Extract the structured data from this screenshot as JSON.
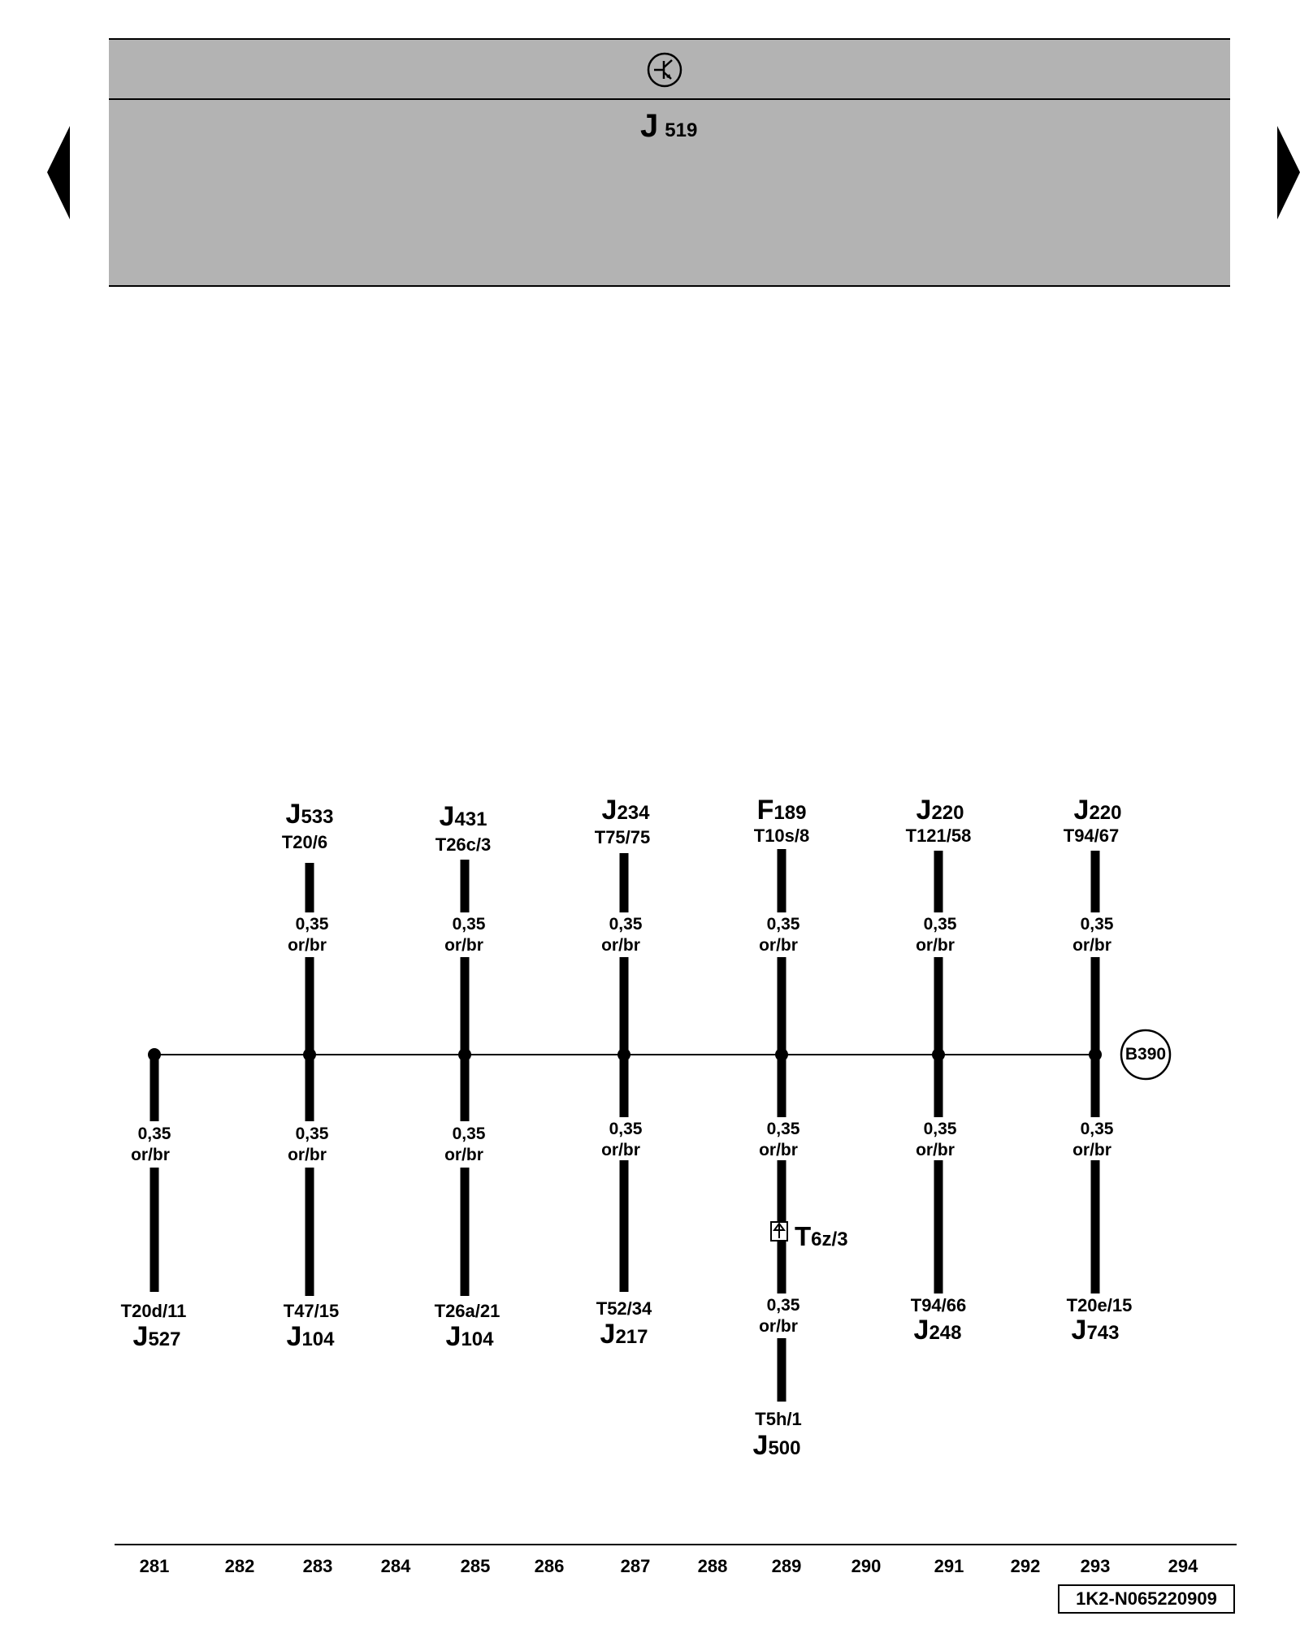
{
  "header": {
    "symbol": "transistor-in-circle-icon",
    "component": "J",
    "component_sub": "519"
  },
  "nav": {
    "left": "triangle-left-icon",
    "right": "triangle-right-icon"
  },
  "top_wires": [
    {
      "name": "J",
      "sub": "533",
      "pin": "T20/6",
      "gauge": "0,35",
      "color": "or/br"
    },
    {
      "name": "J",
      "sub": "431",
      "pin": "T26c/3",
      "gauge": "0,35",
      "color": "or/br"
    },
    {
      "name": "J",
      "sub": "234",
      "pin": "T75/75",
      "gauge": "0,35",
      "color": "or/br"
    },
    {
      "name": "F",
      "sub": "189",
      "pin": "T10s/8",
      "gauge": "0,35",
      "color": "or/br"
    },
    {
      "name": "J",
      "sub": "220",
      "pin": "T121/58",
      "gauge": "0,35",
      "color": "or/br"
    },
    {
      "name": "J",
      "sub": "220",
      "pin": "T94/67",
      "gauge": "0,35",
      "color": "or/br"
    }
  ],
  "bottom_wires": [
    {
      "name": "J",
      "sub": "527",
      "pin": "T20d/11",
      "gauge": "0,35",
      "color": "or/br"
    },
    {
      "name": "J",
      "sub": "104",
      "pin": "T47/15",
      "gauge": "0,35",
      "color": "or/br"
    },
    {
      "name": "J",
      "sub": "104",
      "pin": "T26a/21",
      "gauge": "0,35",
      "color": "or/br"
    },
    {
      "name": "J",
      "sub": "217",
      "pin": "T52/34",
      "gauge": "0,35",
      "color": "or/br"
    },
    {
      "name": "J",
      "sub": "500",
      "pin": "T5h/1",
      "gauge": "0,35",
      "color": "or/br",
      "gauge2": "0,35",
      "color2": "or/br"
    },
    {
      "name": "J",
      "sub": "248",
      "pin": "T94/66",
      "gauge": "0,35",
      "color": "or/br"
    },
    {
      "name": "J",
      "sub": "743",
      "pin": "T20e/15",
      "gauge": "0,35",
      "color": "or/br"
    }
  ],
  "connector": {
    "name": "T",
    "sub": "6z/3",
    "icon": "connector-arrow-icon"
  },
  "ground": "B390",
  "axis": [
    "281",
    "282",
    "283",
    "284",
    "285",
    "286",
    "287",
    "288",
    "289",
    "290",
    "291",
    "292",
    "293",
    "294"
  ],
  "reference": "1K2-N065220909"
}
